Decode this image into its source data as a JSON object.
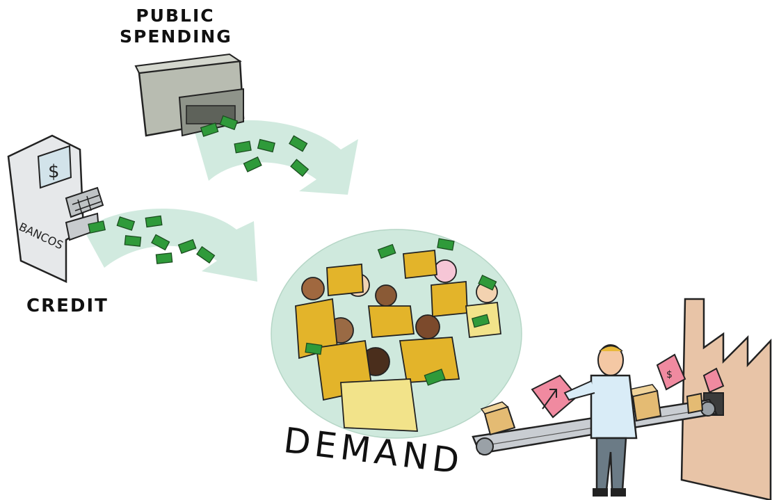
{
  "labels": {
    "public_spending": "PUBLIC\nSPENDING",
    "credit": "CREDIT",
    "demand": "DEMAND",
    "atm_sign": "BANCOS"
  },
  "icons": {
    "money": "dollar-bill-icon",
    "atm": "atm-icon",
    "printer": "money-printer-icon",
    "factory": "factory-icon"
  },
  "colors": {
    "flow_mint": "#cfe9dd",
    "money_green": "#2f9a3a",
    "crowd_yellow": "#e3b42a",
    "printer_gray": "#b8bcb1",
    "atm_gray": "#e6e8ea",
    "factory_tan": "#e8c4a7",
    "price_tag_pink": "#f08aa0",
    "box_tan": "#e4bb73",
    "worker_shirt": "#d9ecf7",
    "worker_pants": "#6b7b86"
  }
}
